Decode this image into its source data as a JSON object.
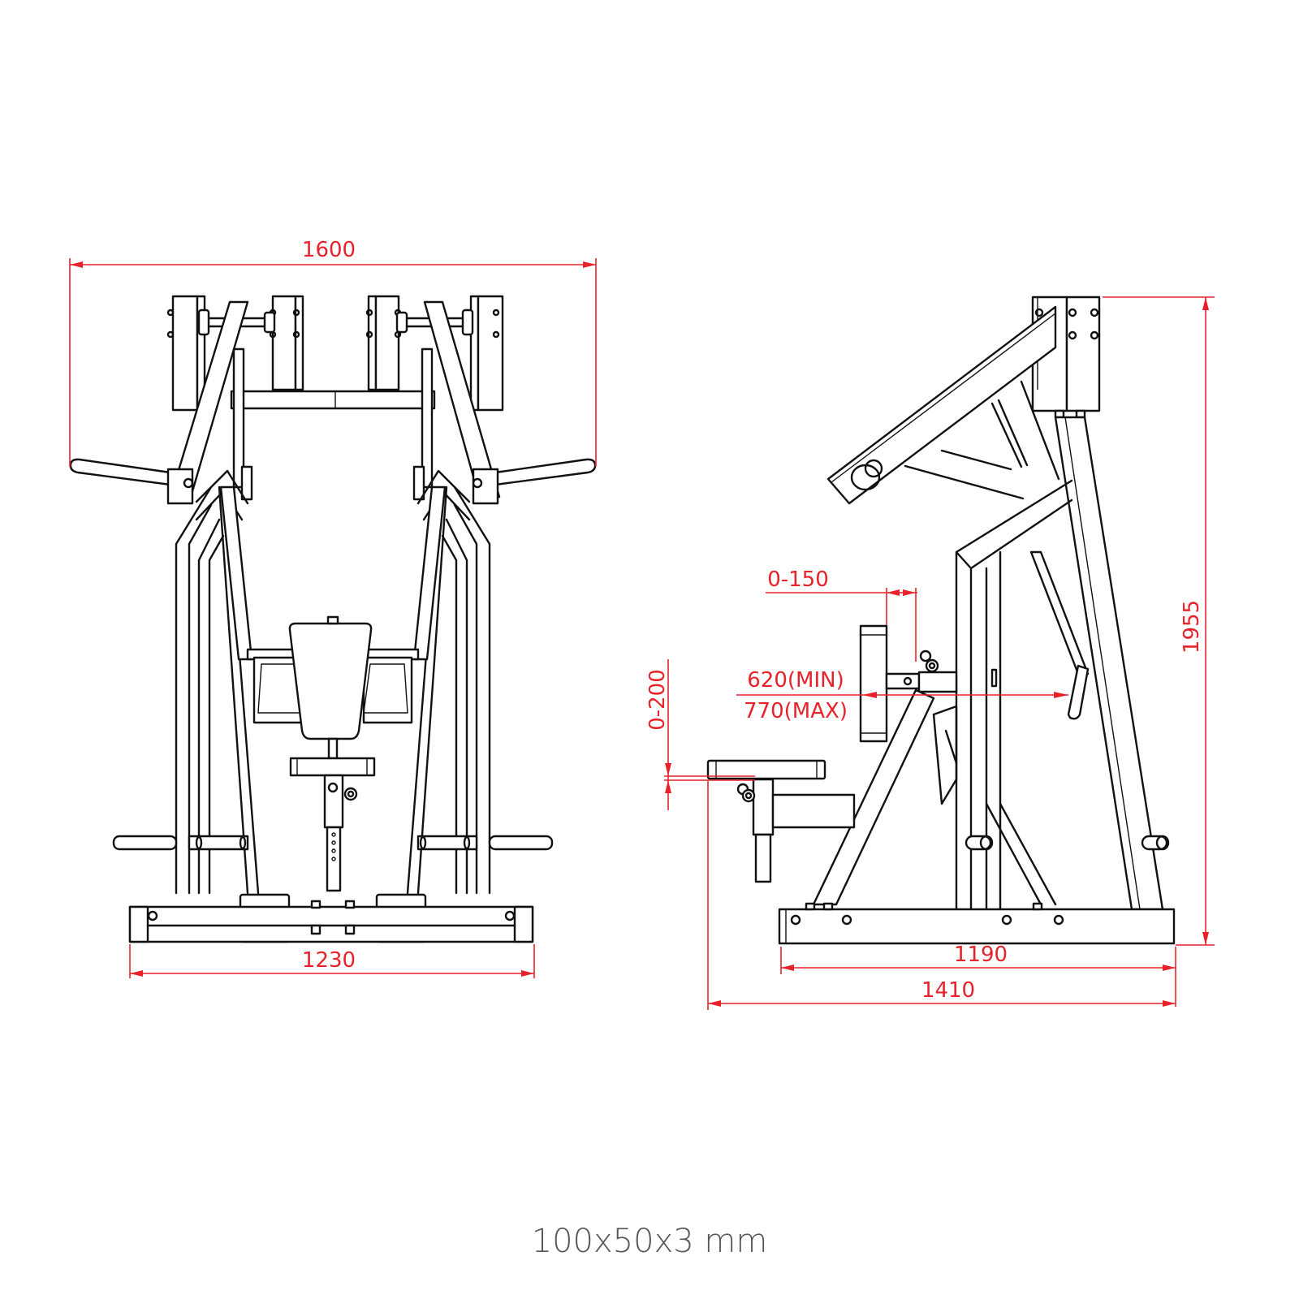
{
  "caption": "100x50x3 mm",
  "colors": {
    "dimension": "#e8222a",
    "linework": "#111111",
    "caption": "#555555",
    "background": "#ffffff"
  },
  "front_view": {
    "dimensions": {
      "overall_width": "1600",
      "base_width": "1230"
    }
  },
  "side_view": {
    "dimensions": {
      "height": "1955",
      "base_length": "1190",
      "overall_length": "1410",
      "seat_height_adjust": "0-200",
      "back_pad_adjust": "0-150",
      "reach_min": "620(MIN)",
      "reach_max": "770(MAX)"
    }
  }
}
